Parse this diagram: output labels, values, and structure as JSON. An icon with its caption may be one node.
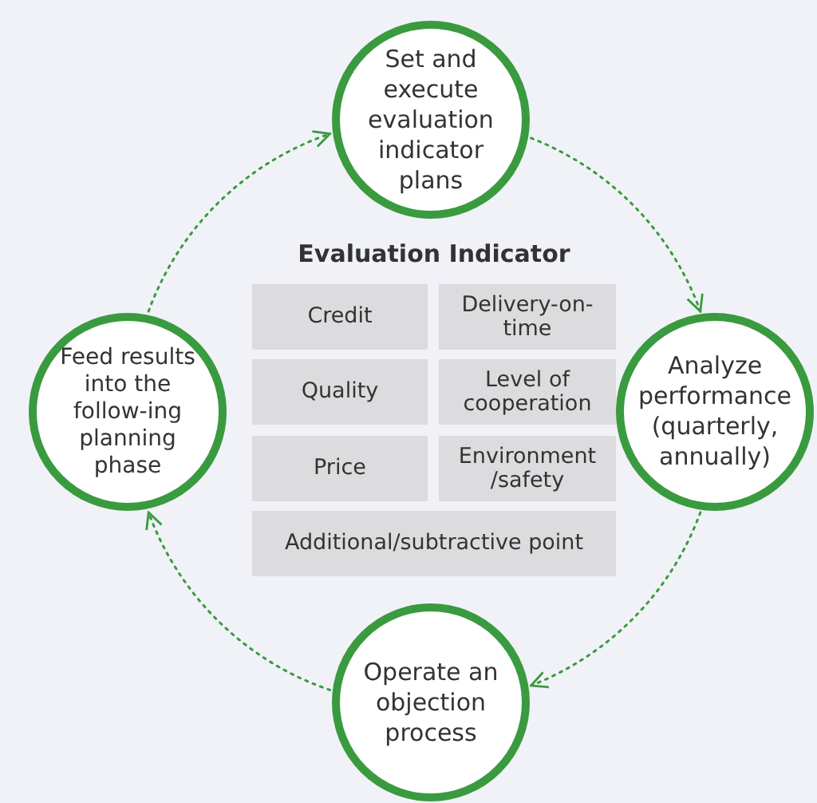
{
  "diagram": {
    "nodes": [
      {
        "text": [
          "Set and execute evaluation indicator plans"
        ]
      },
      {
        "text": [
          "Feed results into the follow-ing planning phase"
        ]
      },
      {
        "text": [
          "Analyze performance (quarterly, annually)"
        ]
      },
      {
        "text": [
          "Credit"
        ]
      },
      {
        "text": [
          "Delivery-on-time"
        ]
      },
      {
        "text": [
          "Quality"
        ]
      },
      {
        "text": [
          "Level of cooperation"
        ]
      },
      {
        "text": [
          "Price"
        ]
      },
      {
        "text": [
          "Environment /safety"
        ]
      },
      {
        "text": [
          "Additional/subtractive point"
        ]
      },
      {
        "text": [
          "Operate an objection process"
        ]
      }
    ],
    "edges": [
      {
        "from": 0,
        "to": 2,
        "arrow": "to"
      },
      {
        "from": 2,
        "to": 10,
        "arrow": "to"
      },
      {
        "from": 10,
        "to": 1,
        "arrow": "to"
      },
      {
        "from": 1,
        "to": 0,
        "arrow": "to"
      }
    ],
    "labels": [
      "Evaluation Indicator"
    ]
  }
}
